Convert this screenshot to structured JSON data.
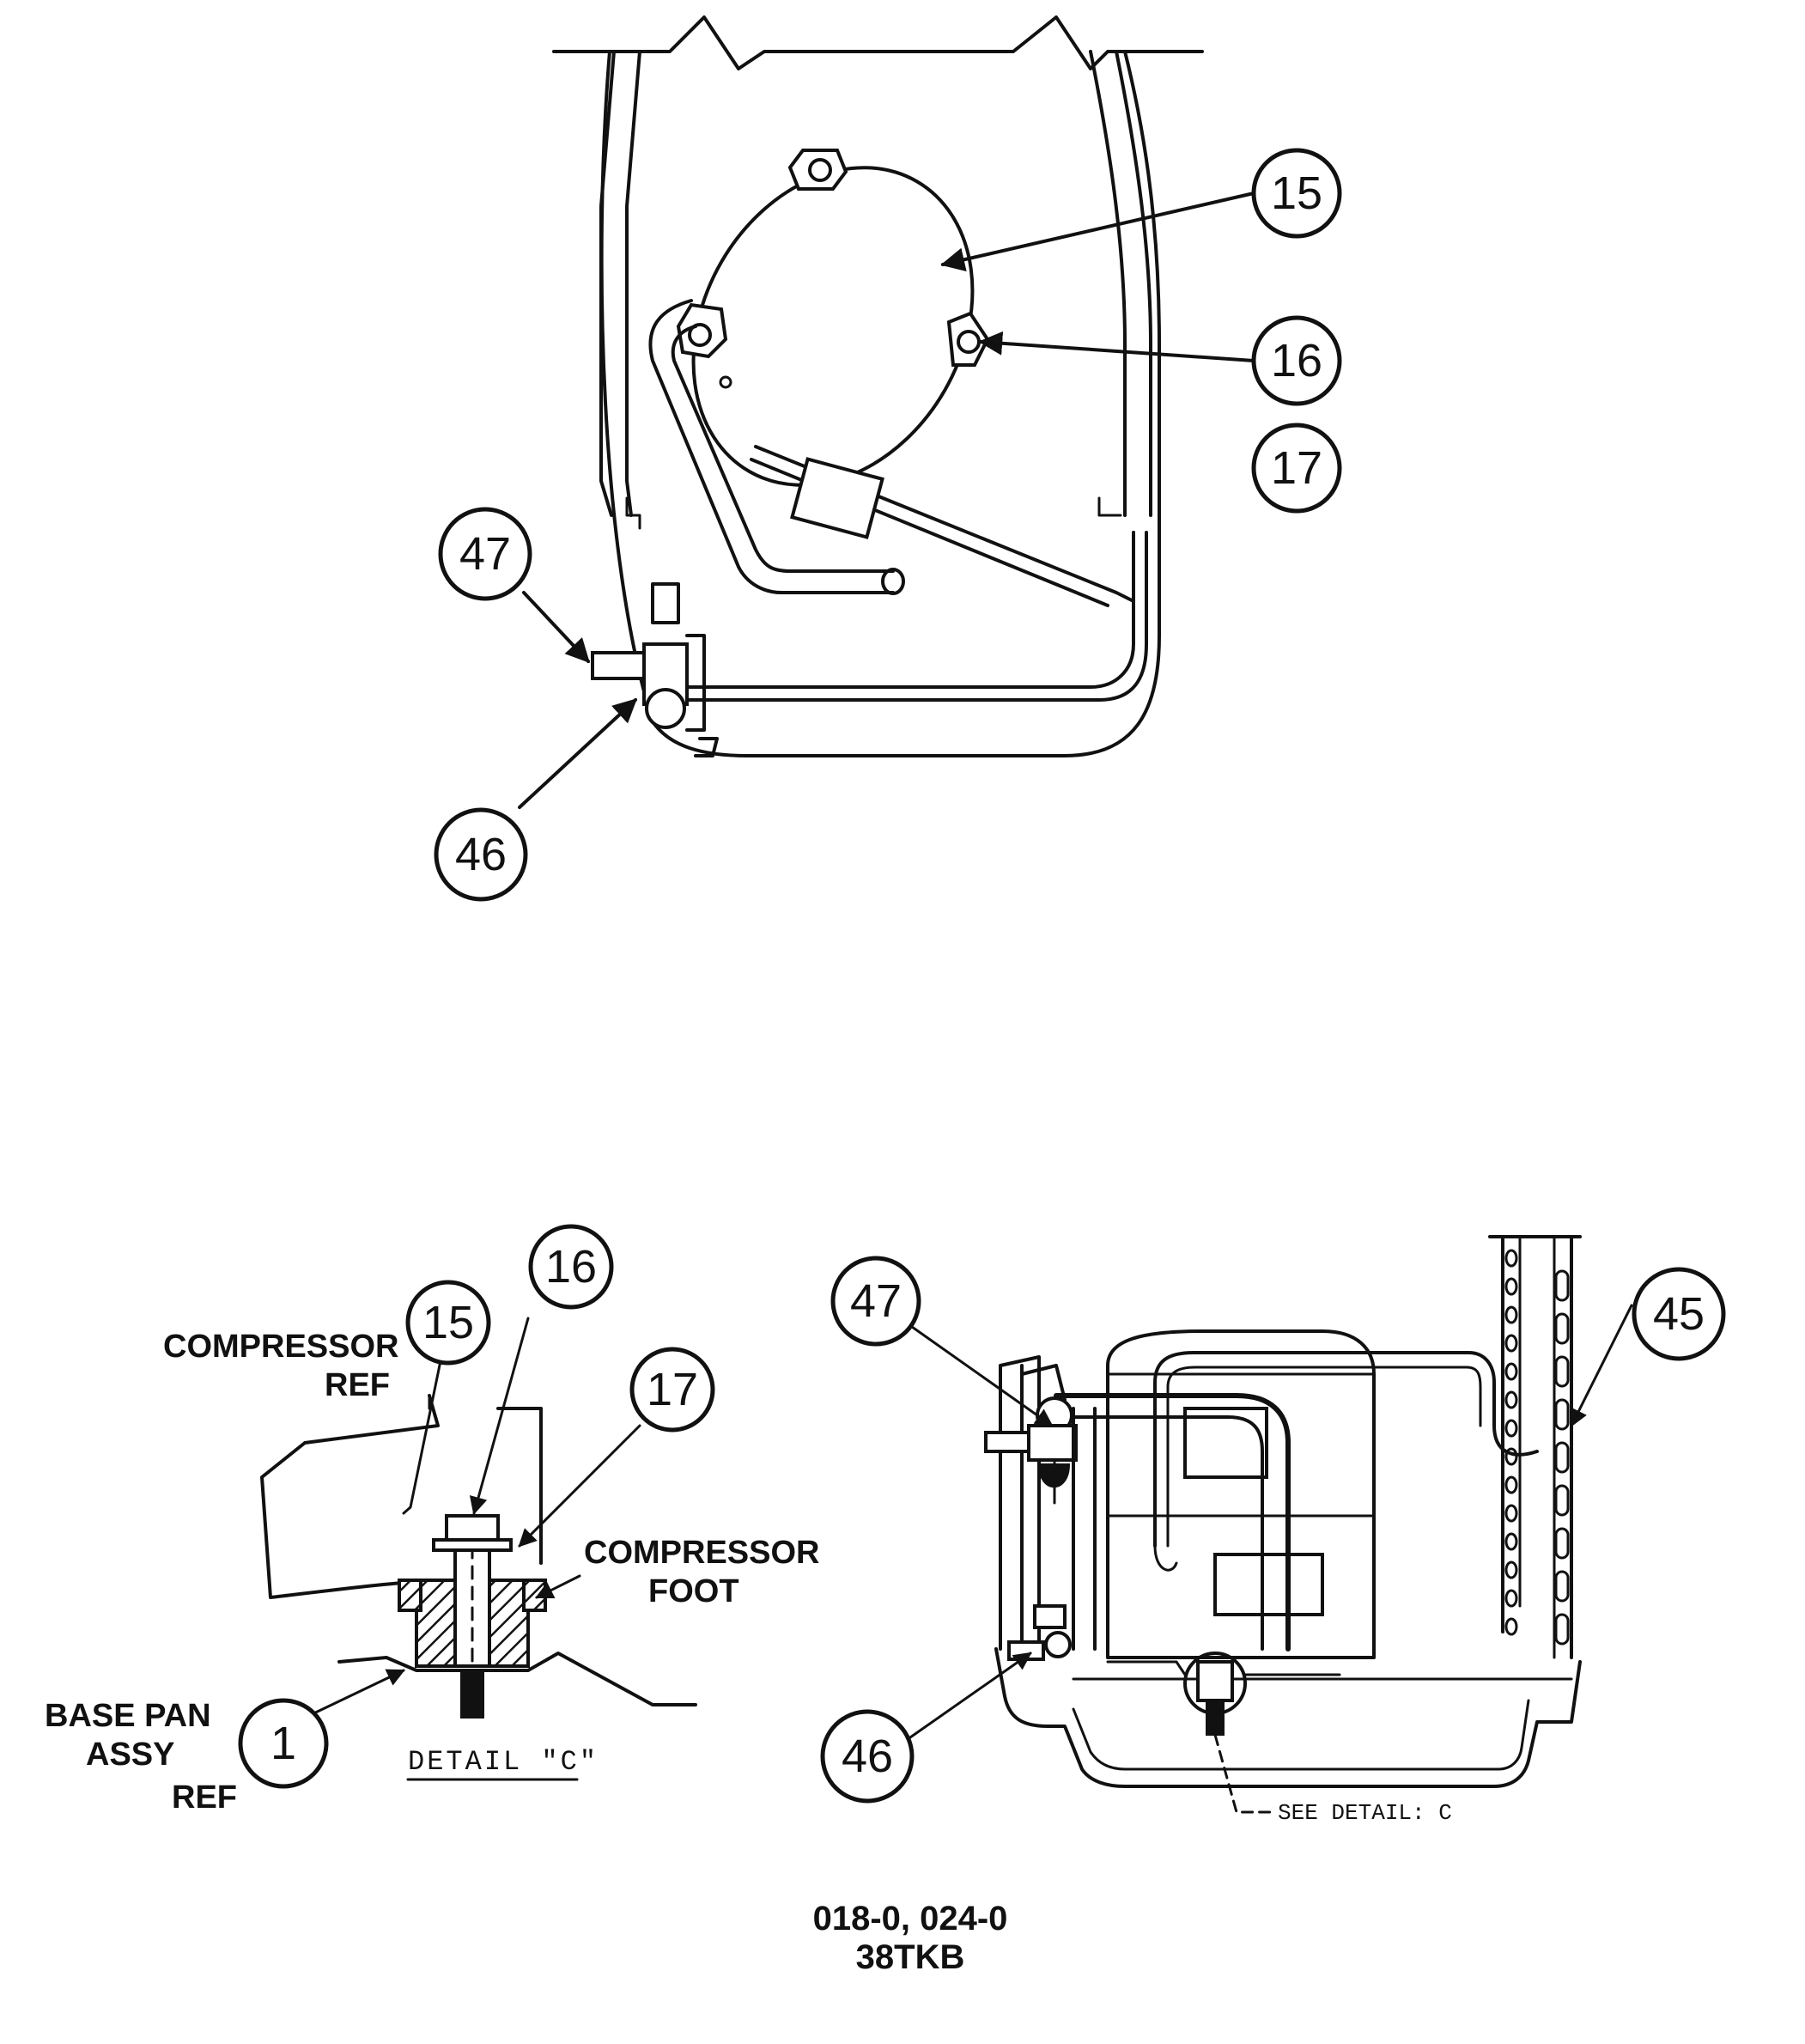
{
  "callouts": {
    "top_15": "15",
    "top_16": "16",
    "top_17": "17",
    "top_47": "47",
    "top_46": "46",
    "detail_15": "15",
    "detail_16": "16",
    "detail_17": "17",
    "detail_1": "1",
    "side_47": "47",
    "side_46": "46",
    "side_45": "45"
  },
  "labels": {
    "compressor_ref_line1": "COMPRESSOR",
    "compressor_ref_line2": "REF",
    "compressor_foot_line1": "COMPRESSOR",
    "compressor_foot_line2": "FOOT",
    "base_pan_line1": "BASE PAN",
    "base_pan_line2": "ASSY",
    "base_pan_line3": "REF",
    "detail_title": "DETAIL \"C\"",
    "see_detail": "SEE DETAIL: C"
  },
  "footer": {
    "line1": "018-0, 024-0",
    "line2": "38TKB"
  }
}
